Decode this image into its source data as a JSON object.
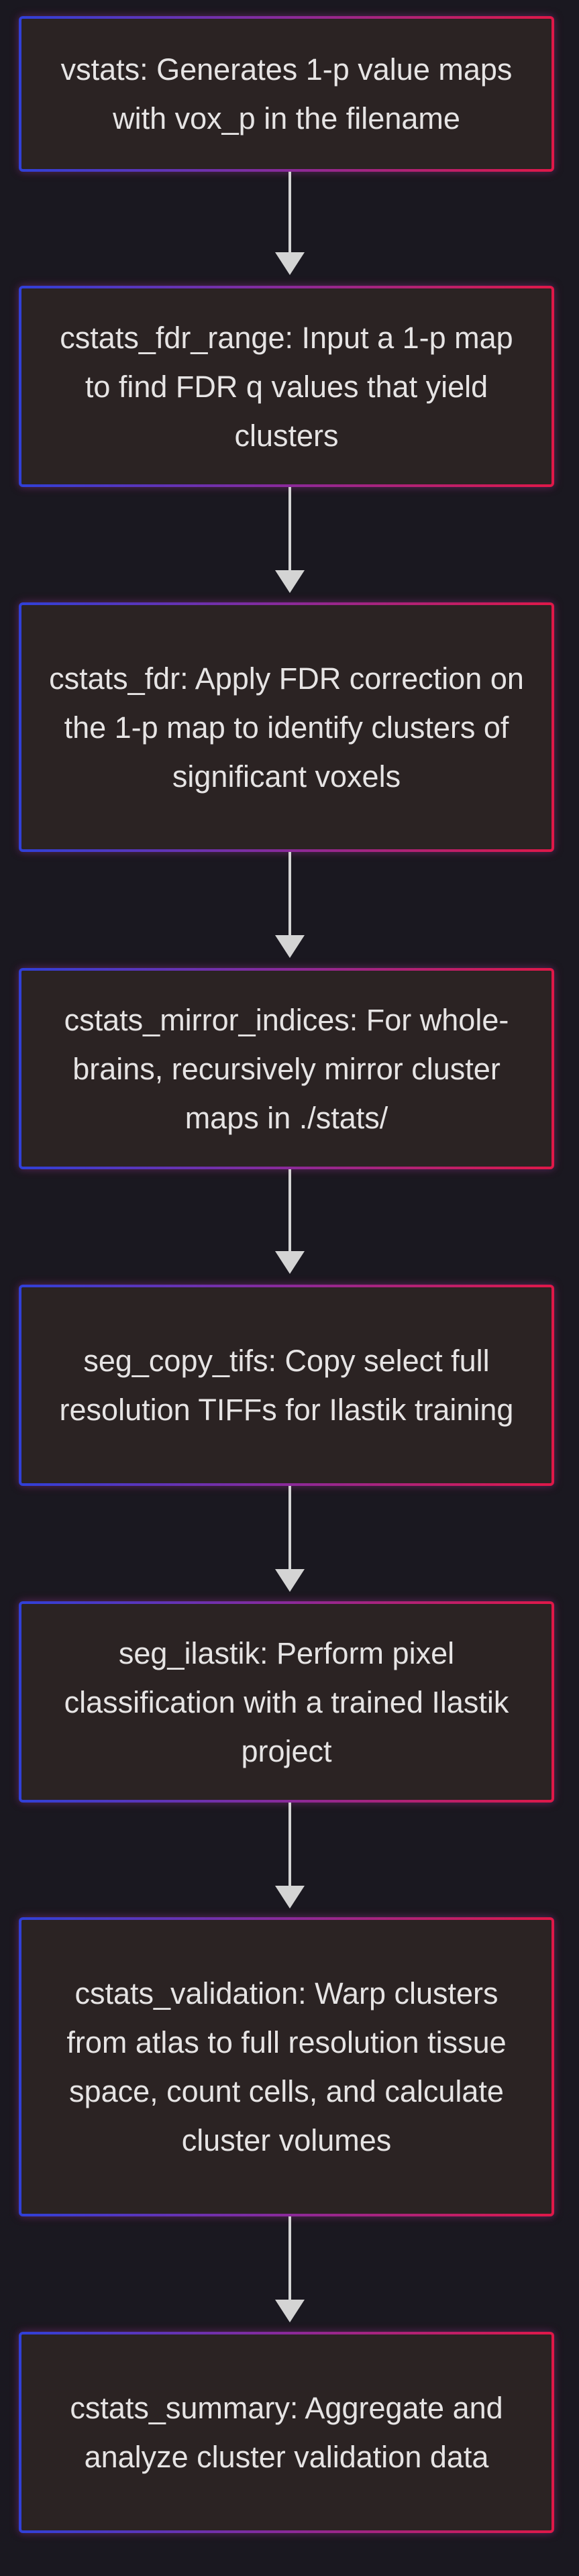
{
  "steps": [
    {
      "id": "vstats",
      "text": "vstats: Generates 1-p value maps with vox_p in the filename"
    },
    {
      "id": "cstats-fdr-range",
      "text": "cstats_fdr_range: Input a 1-p map to find FDR q values that yield clusters"
    },
    {
      "id": "cstats-fdr",
      "text": "cstats_fdr: Apply FDR correction on the 1-p map to identify clusters of significant voxels"
    },
    {
      "id": "cstats-mirror-indices",
      "text": "cstats_mirror_indices: For whole-brains, recursively mirror cluster maps in ./stats/"
    },
    {
      "id": "seg-copy-tifs",
      "text": "seg_copy_tifs: Copy select full resolution TIFFs for Ilastik training"
    },
    {
      "id": "seg-ilastik",
      "text": "seg_ilastik: Perform pixel classification with a trained Ilastik project"
    },
    {
      "id": "cstats-validation",
      "text": "cstats_validation: Warp clusters from atlas to full resolution tissue space, count cells, and calculate cluster volumes"
    },
    {
      "id": "cstats-summary",
      "text": "cstats_summary: Aggregate and analyze cluster validation data"
    }
  ],
  "colors": {
    "background": "#1a1820",
    "node_fill": "#2b2323",
    "border_start": "#3040d8",
    "border_end": "#e01848",
    "text": "#e6e4e4",
    "arrow": "#d4d4d4"
  }
}
